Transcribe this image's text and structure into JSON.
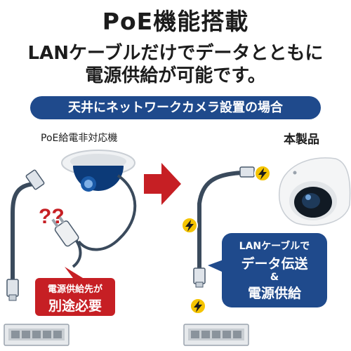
{
  "title": "PoE機能搭載",
  "headline": {
    "line1": "LANケーブルだけでデータとともに",
    "line2": "電源供給が可能です。"
  },
  "banner": "天井にネットワークカメラ設置の場合",
  "left_label": "PoE給電非対応機",
  "right_label": "本製品",
  "question_marks": "??",
  "red_callout": {
    "line1": "電源供給先が",
    "line2": "別途必要"
  },
  "blue_callout": {
    "line1": "LANケーブルで",
    "line2": "データ伝送",
    "line3": "&",
    "line4": "電源供給"
  },
  "colors": {
    "navy": "#1f4a8c",
    "red": "#c61f24",
    "yellow": "#f5c400",
    "cable": "#3a4a5c"
  },
  "icons": [
    "lightning-icon",
    "arrow-right-icon",
    "power-plug-icon",
    "lan-connector-icon",
    "network-switch-icon",
    "dome-camera-icon",
    "fisheye-camera-icon"
  ]
}
